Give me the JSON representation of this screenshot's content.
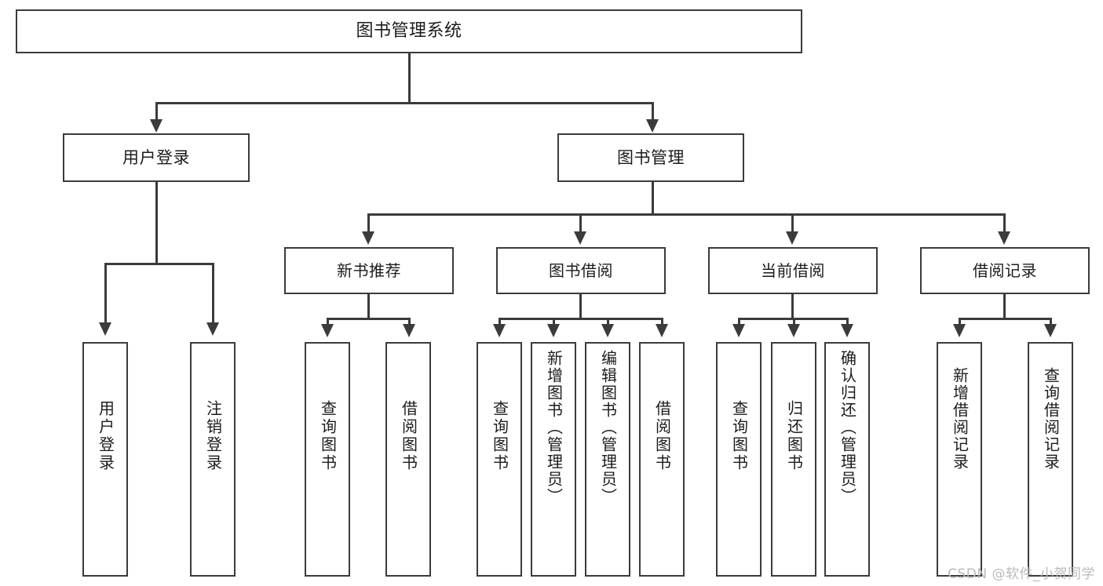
{
  "diagram": {
    "type": "hierarchy-tree",
    "title": "图书管理系统",
    "watermark": "CSDN @软件_小贺同学",
    "colors": {
      "box_border": "#3b3b3b",
      "box_fill": "#ffffff",
      "text": "#1c1c1c",
      "connector": "#3b3b3b",
      "watermark": "#b9b9b9",
      "page_background": "#ffffff"
    },
    "root": {
      "label": "图书管理系统"
    },
    "level2": [
      {
        "label": "用户登录"
      },
      {
        "label": "图书管理"
      }
    ],
    "level3": [
      {
        "label": "新书推荐"
      },
      {
        "label": "图书借阅"
      },
      {
        "label": "当前借阅"
      },
      {
        "label": "借阅记录"
      }
    ],
    "leaves": {
      "user_login": [
        {
          "label": "用户登录"
        },
        {
          "label": "注销登录"
        }
      ],
      "new_book_recommend": [
        {
          "label": "查询图书"
        },
        {
          "label": "借阅图书"
        }
      ],
      "book_borrow": [
        {
          "label": "查询图书"
        },
        {
          "label": "新增图书（管理员）"
        },
        {
          "label": "编辑图书（管理员）"
        },
        {
          "label": "借阅图书"
        }
      ],
      "current_borrow": [
        {
          "label": "查询图书"
        },
        {
          "label": "归还图书"
        },
        {
          "label": "确认归还（管理员）"
        }
      ],
      "borrow_record": [
        {
          "label": "新增借阅记录"
        },
        {
          "label": "查询借阅记录"
        }
      ]
    }
  }
}
